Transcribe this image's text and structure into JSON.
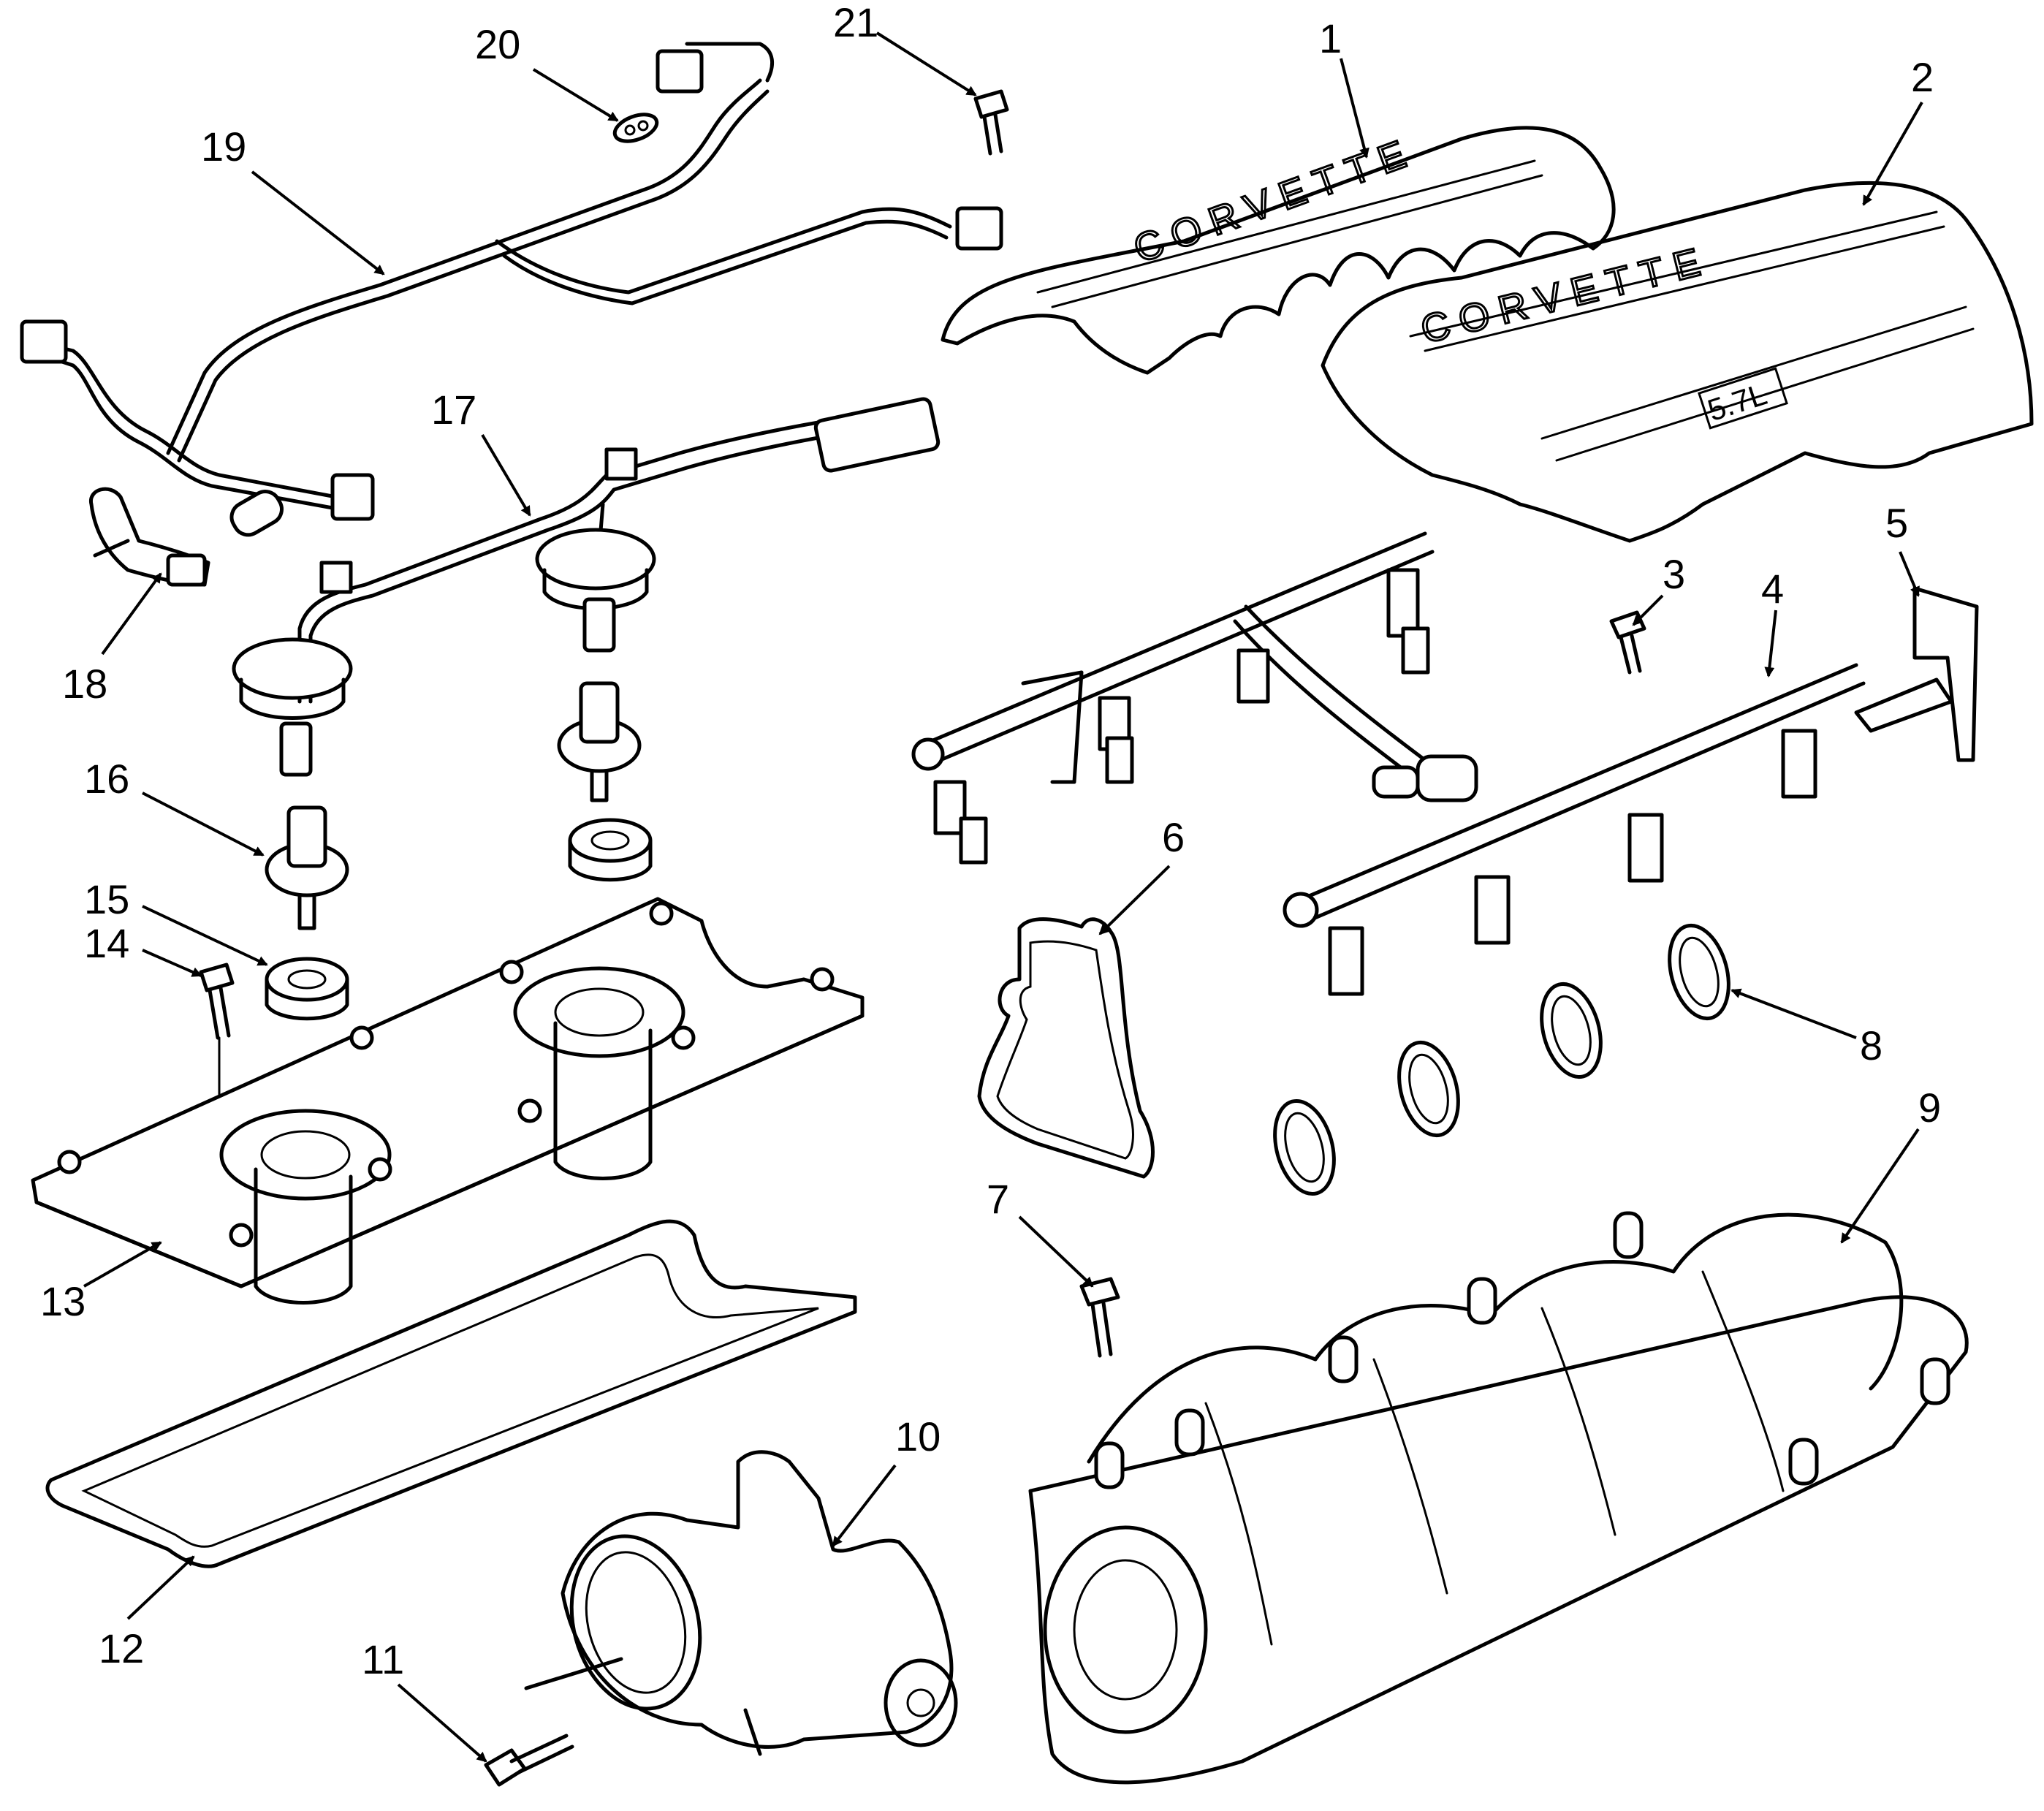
{
  "diagram": {
    "background": "#ffffff",
    "line_color": "#000000",
    "emblems": {
      "left_cover": "CORVETTE",
      "right_cover": "CORVETTE",
      "displacement": "5.7L"
    },
    "callouts": [
      "1",
      "2",
      "3",
      "4",
      "5",
      "6",
      "7",
      "8",
      "9",
      "10",
      "11",
      "12",
      "13",
      "14",
      "15",
      "16",
      "17",
      "18",
      "19",
      "20",
      "21"
    ]
  }
}
